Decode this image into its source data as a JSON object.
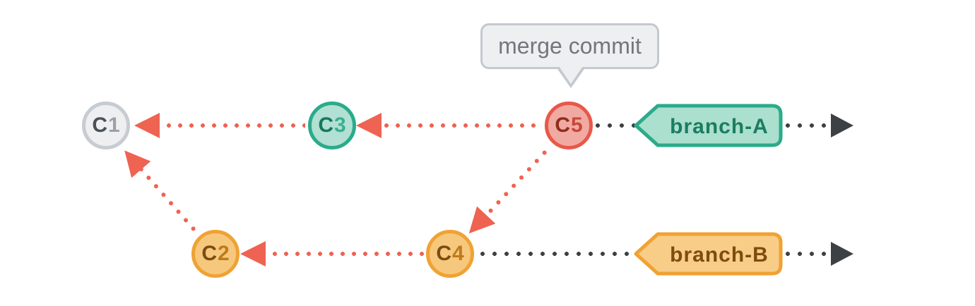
{
  "diagram": {
    "tooltip": {
      "label": "merge commit"
    },
    "commits": {
      "c1": {
        "letter": "C",
        "number": "1"
      },
      "c2": {
        "letter": "C",
        "number": "2"
      },
      "c3": {
        "letter": "C",
        "number": "3"
      },
      "c4": {
        "letter": "C",
        "number": "4"
      },
      "c5": {
        "letter": "C",
        "number": "5"
      }
    },
    "branches": {
      "a": {
        "label": "branch-A"
      },
      "b": {
        "label": "branch-B"
      }
    }
  },
  "colors": {
    "red-line": "#ee6352",
    "dark-line": "#3e4144",
    "c1-fill": "#edeff1",
    "c1-border": "#c6ccd1",
    "c1-letter": "#4b5157",
    "c1-number": "#9aa1a7",
    "c2-fill": "#f6c87e",
    "c2-border": "#f0a232",
    "c2-letter": "#7c4c10",
    "c2-number": "#bf7a1a",
    "c3-fill": "#b2e0d3",
    "c3-border": "#2bab8a",
    "c3-letter": "#15795b",
    "c3-number": "#3aaf92",
    "c4-fill": "#f6c87e",
    "c4-border": "#f0a232",
    "c4-letter": "#7c4c10",
    "c4-number": "#bf7a1a",
    "c5-fill": "#f1aaa2",
    "c5-border": "#e8584a",
    "c5-letter": "#8e2d20",
    "c5-number": "#c8473a",
    "taga-fill": "#abdfce",
    "taga-border": "#2bab8a",
    "taga-text": "#1b7d60",
    "tagb-fill": "#f8cd88",
    "tagb-border": "#f0a232",
    "tagb-text": "#7d4c10",
    "tooltip-fill": "#edeff1",
    "tooltip-border": "#c3c9cf",
    "tooltip-text": "#73777b"
  }
}
